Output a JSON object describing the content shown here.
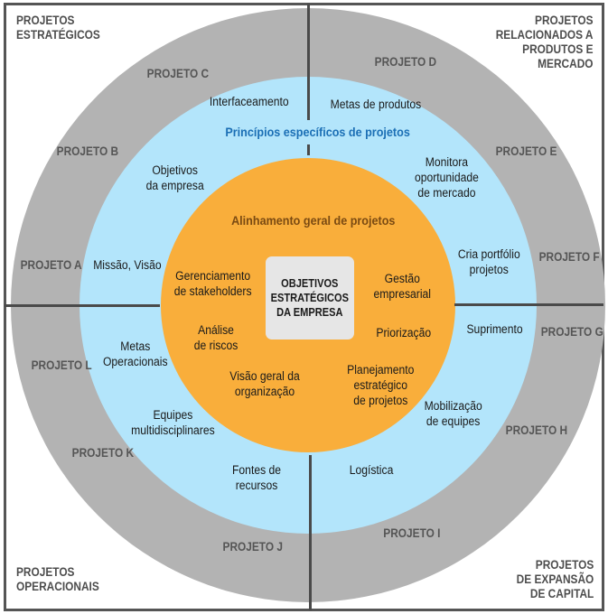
{
  "colors": {
    "outer_ring": "#b3b3b3",
    "middle_ring": "#b3e5fb",
    "inner_circle": "#f9ae3b",
    "center_box": "#e6e6e6",
    "divider": "#4a4a4a",
    "ring_title_blue": "#1b6fb5",
    "ring_title_orange": "#7a4a12"
  },
  "quadrants": {
    "top_left": [
      "PROJETOS",
      "ESTRATÉGICOS"
    ],
    "top_right": [
      "PROJETOS",
      "RELACIONADOS A",
      "PRODUTOS E",
      "MERCADO"
    ],
    "bottom_left": [
      "PROJETOS",
      "OPERACIONAIS"
    ],
    "bottom_right": [
      "PROJETOS",
      "DE EXPANSÃO",
      "DE CAPITAL"
    ]
  },
  "projects": {
    "a": "PROJETO A",
    "b": "PROJETO B",
    "c": "PROJETO C",
    "d": "PROJETO D",
    "e": "PROJETO E",
    "f": "PROJETO F",
    "g": "PROJETO G",
    "h": "PROJETO H",
    "i": "PROJETO I",
    "j": "PROJETO J",
    "k": "PROJETO K",
    "l": "PROJETO L"
  },
  "middle_ring": {
    "title": "Princípios específicos de projetos",
    "items": {
      "interfaceamento": [
        "Interfaceamento"
      ],
      "metas_produtos": [
        "Metas de produtos"
      ],
      "objetivos_empresa": [
        "Objetivos",
        "da empresa"
      ],
      "monitora": [
        "Monitora",
        "oportunidade",
        "de mercado"
      ],
      "missao_visao": [
        "Missão, Visão"
      ],
      "cria_portfolio": [
        "Cria portfólio",
        "projetos"
      ],
      "suprimento": [
        "Suprimento"
      ],
      "metas_operacionais": [
        "Metas",
        "Operacionais"
      ],
      "mobilizacao": [
        "Mobilização",
        "de equipes"
      ],
      "equipes": [
        "Equipes",
        "multidisciplinares"
      ],
      "fontes": [
        "Fontes de",
        "recursos"
      ],
      "logistica": [
        "Logística"
      ]
    }
  },
  "inner_circle": {
    "title": "Alinhamento geral de projetos",
    "items": {
      "stakeholders": [
        "Gerenciamento",
        "de stakeholders"
      ],
      "gestao": [
        "Gestão",
        "empresarial"
      ],
      "analise": [
        "Análise",
        "de riscos"
      ],
      "priorizacao": [
        "Priorização"
      ],
      "visao_geral": [
        "Visão geral da",
        "organização"
      ],
      "planejamento": [
        "Planejamento",
        "estratégico",
        "de projetos"
      ]
    }
  },
  "center": [
    "OBJETIVOS",
    "ESTRATÉGICOS",
    "DA EMPRESA"
  ]
}
